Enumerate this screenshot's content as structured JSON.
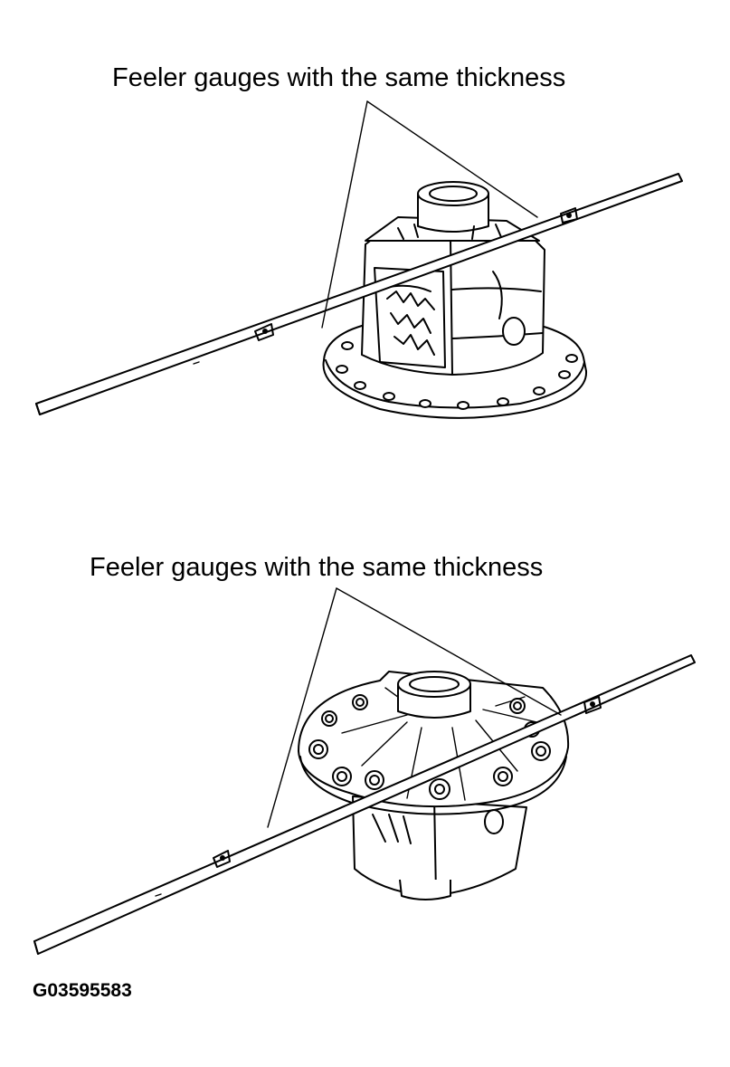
{
  "diagrams": [
    {
      "label": "Feeler gauges with the same thickness"
    },
    {
      "label": "Feeler gauges with the same thickness"
    }
  ],
  "figure_code": "G03595583"
}
